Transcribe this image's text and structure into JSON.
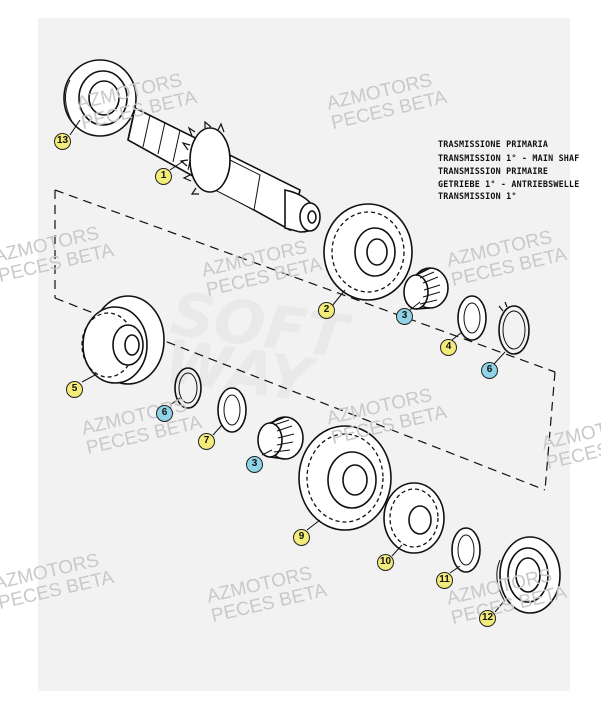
{
  "diagram": {
    "title_lines": [
      "TRASMISSIONE PRIMARIA",
      "TRANSMISSION 1° - MAIN SHAF",
      "TRANSMISSION PRIMAIRE",
      "GETRIEBE 1° - ANTRIEBSWELLE",
      "TRANSMISSION 1°"
    ],
    "background_watermark": [
      "SOFT",
      "WAY"
    ],
    "watermarks": [
      [
        "AZMOTORS",
        "PECES BETA"
      ],
      [
        "AZMOTORS",
        "PECES BETA"
      ],
      [
        "AZMOTORS",
        "PECES BETA"
      ],
      [
        "AZMOTORS",
        "PECES BETA"
      ],
      [
        "AZMOTORS",
        "PECES BETA"
      ],
      [
        "AZMOTORS",
        "PECES BETA"
      ],
      [
        "AZMOTORS",
        "PECES BETA"
      ],
      [
        "AZMOTORS",
        "PECES BETA"
      ],
      [
        "AZMOTORS",
        "PECES BETA"
      ],
      [
        "AZMOTORS",
        "PECES BETA"
      ],
      [
        "AZMOTORS",
        "PECES BETA"
      ]
    ],
    "callouts": [
      {
        "label": "13",
        "style": "yellow"
      },
      {
        "label": "1",
        "style": "yellow"
      },
      {
        "label": "2",
        "style": "yellow"
      },
      {
        "label": "3",
        "style": "cyan"
      },
      {
        "label": "4",
        "style": "yellow"
      },
      {
        "label": "6",
        "style": "cyan"
      },
      {
        "label": "5",
        "style": "yellow"
      },
      {
        "label": "6",
        "style": "cyan"
      },
      {
        "label": "7",
        "style": "yellow"
      },
      {
        "label": "3",
        "style": "cyan"
      },
      {
        "label": "9",
        "style": "yellow"
      },
      {
        "label": "10",
        "style": "yellow"
      },
      {
        "label": "11",
        "style": "yellow"
      },
      {
        "label": "12",
        "style": "yellow"
      }
    ],
    "colors": {
      "panel": "#f2f2f2",
      "ink": "#111111",
      "callout_yellow": "#f3ec7a",
      "callout_cyan": "#8fd3e6",
      "watermark": "#c9c9c9"
    }
  }
}
